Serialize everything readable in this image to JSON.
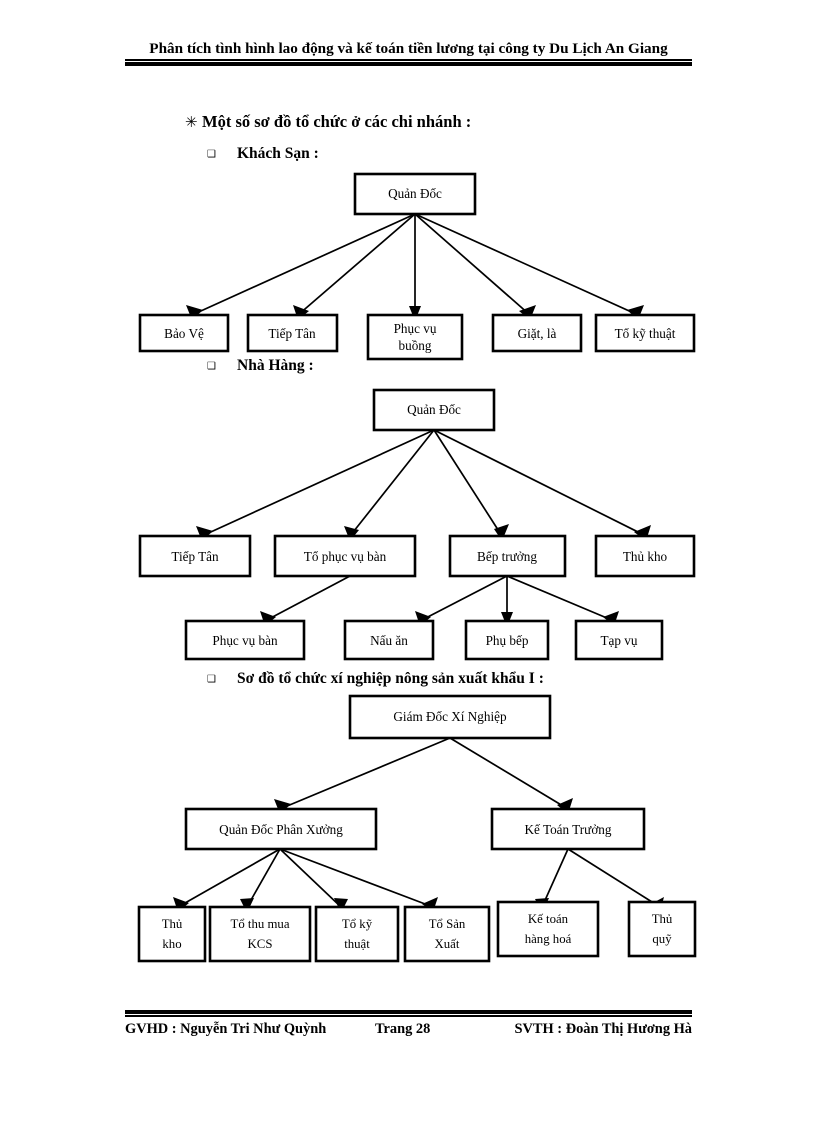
{
  "header": {
    "title": "Phân tích tình hình lao động và kế toán tiền lương tại công ty Du Lịch An Giang"
  },
  "footer": {
    "gvhd": "GVHD : Nguyễn Tri Như Quỳnh",
    "page": "Trang 28",
    "svth": "SVTH : Đoàn Thị Hương Hà"
  },
  "headings": {
    "main": "Một số sơ đồ tổ chức ở các chi nhánh :",
    "star_bullet": "✳",
    "square_bullet": "❑",
    "hotel": "Khách Sạn :",
    "restaurant": "Nhà Hàng :",
    "factory": "Sơ đồ tổ chức xí nghiệp nông sản xuất khẩu I :"
  },
  "chart_data": [
    {
      "type": "diagram",
      "name": "hotel-org-chart",
      "title": "Khách Sạn",
      "root": "Quản Đốc",
      "nodes": [
        "Quản Đốc",
        "Bảo Vệ",
        "Tiếp Tân",
        "Phục vụ buồng",
        "Giặt, là",
        "Tổ kỹ thuật"
      ],
      "edges": [
        [
          "Quản Đốc",
          "Bảo Vệ"
        ],
        [
          "Quản Đốc",
          "Tiếp Tân"
        ],
        [
          "Quản Đốc",
          "Phục vụ buồng"
        ],
        [
          "Quản Đốc",
          "Giặt, là"
        ],
        [
          "Quản Đốc",
          "Tổ kỹ thuật"
        ]
      ]
    },
    {
      "type": "diagram",
      "name": "restaurant-org-chart",
      "title": "Nhà Hàng",
      "root": "Quản Đốc",
      "nodes": [
        "Quản Đốc",
        "Tiếp Tân",
        "Tổ phục vụ bàn",
        "Bếp trưởng",
        "Thủ kho",
        "Phục vụ bàn",
        "Nấu ăn",
        "Phụ bếp",
        "Tạp vụ"
      ],
      "edges": [
        [
          "Quản Đốc",
          "Tiếp Tân"
        ],
        [
          "Quản Đốc",
          "Tổ phục vụ bàn"
        ],
        [
          "Quản Đốc",
          "Bếp trưởng"
        ],
        [
          "Quản Đốc",
          "Thủ kho"
        ],
        [
          "Tổ phục vụ bàn",
          "Phục vụ bàn"
        ],
        [
          "Bếp trưởng",
          "Nấu ăn"
        ],
        [
          "Bếp trưởng",
          "Phụ bếp"
        ],
        [
          "Bếp trưởng",
          "Tạp vụ"
        ]
      ]
    },
    {
      "type": "diagram",
      "name": "factory-org-chart",
      "title": "Sơ đồ tổ chức xí nghiệp nông sản xuất khẩu I",
      "root": "Giám Đốc Xí Nghiệp",
      "nodes": [
        "Giám Đốc Xí Nghiệp",
        "Quản Đốc Phân Xưởng",
        "Kế Toán Trưởng",
        "Thủ kho",
        "Tổ thu mua KCS",
        "Tổ kỹ thuật",
        "Tổ Sản Xuất",
        "Kế toán hàng hoá",
        "Thủ quỹ"
      ],
      "edges": [
        [
          "Giám Đốc Xí Nghiệp",
          "Quản Đốc Phân Xưởng"
        ],
        [
          "Giám Đốc Xí Nghiệp",
          "Kế Toán Trưởng"
        ],
        [
          "Quản Đốc Phân Xưởng",
          "Thủ kho"
        ],
        [
          "Quản Đốc Phân Xưởng",
          "Tổ thu mua KCS"
        ],
        [
          "Quản Đốc Phân Xưởng",
          "Tổ kỹ thuật"
        ],
        [
          "Quản Đốc Phân Xưởng",
          "Tổ Sản Xuất"
        ],
        [
          "Kế Toán Trưởng",
          "Kế toán hàng hoá"
        ],
        [
          "Kế Toán Trưởng",
          "Thủ quỹ"
        ]
      ]
    }
  ],
  "chart1": {
    "root": "Quản Đốc",
    "b1": "Bảo Vệ",
    "b2": "Tiếp Tân",
    "b3a": "Phục vụ",
    "b3b": "buồng",
    "b4": "Giặt, là",
    "b5": "Tổ kỹ thuật"
  },
  "chart2": {
    "root": "Quản Đốc",
    "c1": "Tiếp Tân",
    "c2": "Tổ phục vụ bàn",
    "c3": "Bếp trưởng",
    "c4": "Thủ kho",
    "d1": "Phục vụ bàn",
    "d2": "Nấu ăn",
    "d3": "Phụ bếp",
    "d4": "Tạp vụ"
  },
  "chart3": {
    "root": "Giám Đốc Xí Nghiệp",
    "m1": "Quản Đốc Phân Xưởng",
    "m2": "Kế Toán Trưởng",
    "l1a": "Thủ",
    "l1b": "kho",
    "l2a": "Tổ thu mua",
    "l2b": "KCS",
    "l3a": "Tổ kỹ",
    "l3b": "thuật",
    "l4a": "Tổ Sản",
    "l4b": "Xuất",
    "l5a": "Kế toán",
    "l5b": "hàng hoá",
    "l6a": "Thủ",
    "l6b": "quỹ"
  }
}
